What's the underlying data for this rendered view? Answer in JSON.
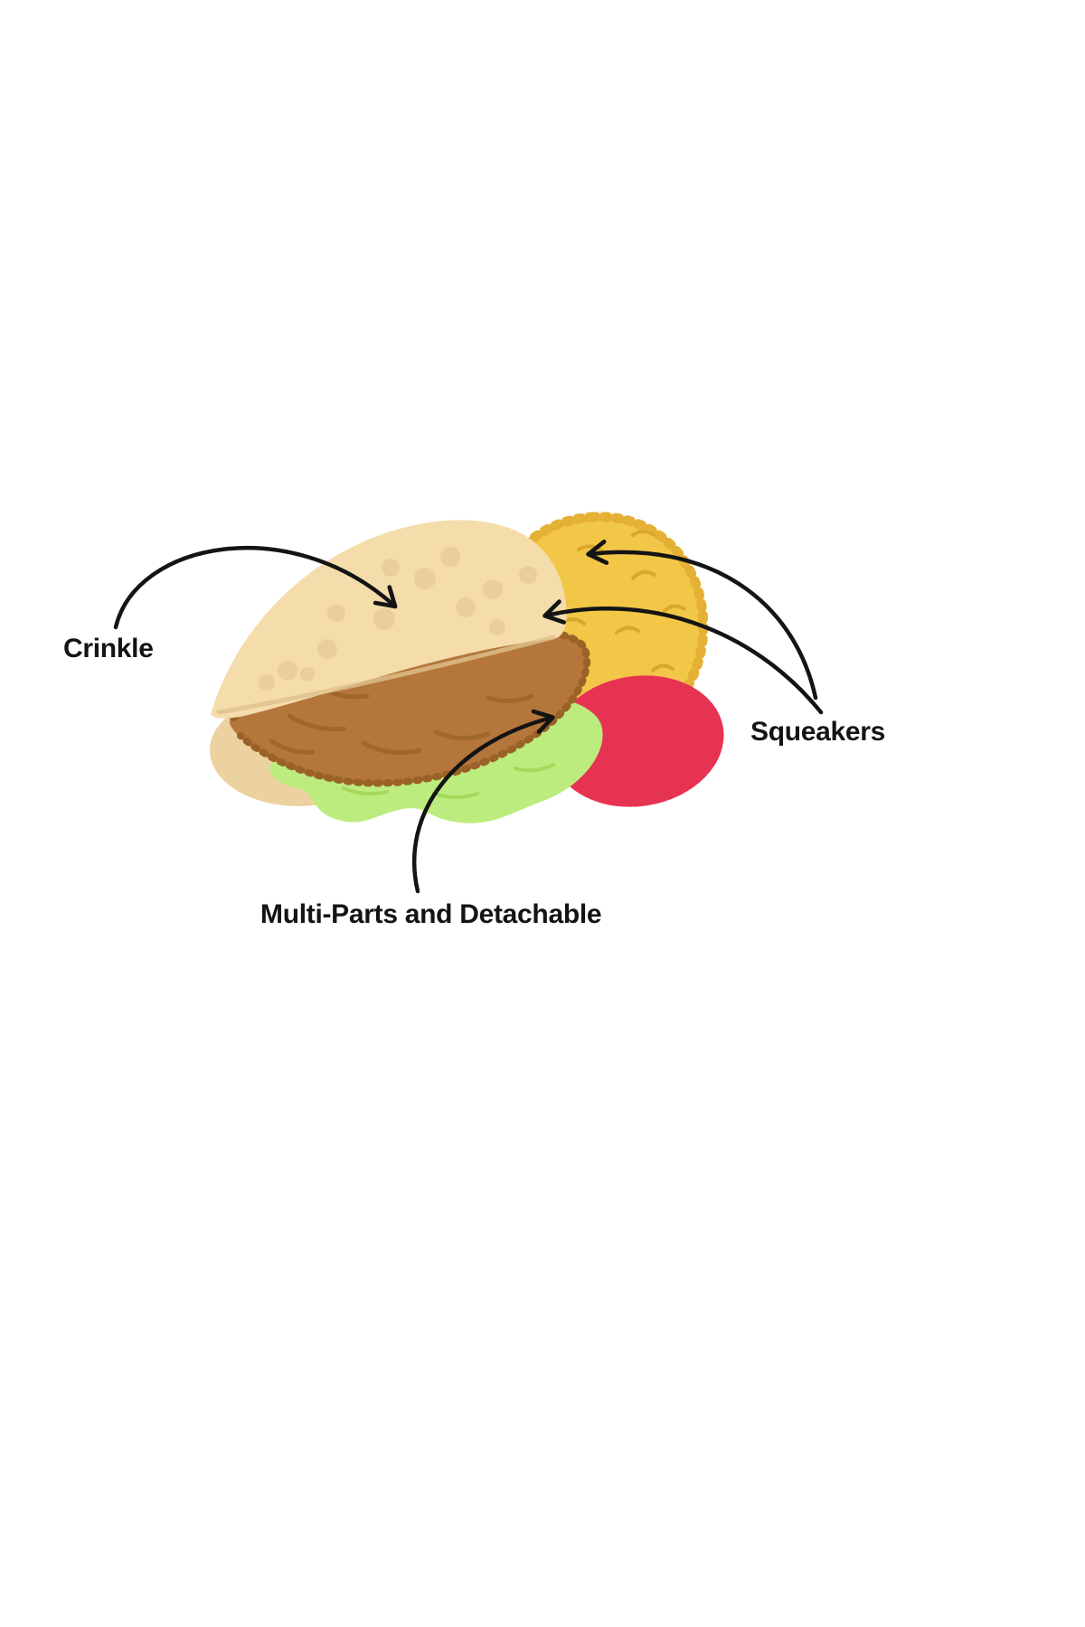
{
  "figure": {
    "illustration": "plush-taco-dog-toy",
    "background": "#ffffff",
    "labels": {
      "crinkle": "Crinkle",
      "squeakers": "Squeakers",
      "multiparts": "Multi-Parts and Detachable"
    },
    "colors": {
      "arrow": "#141414",
      "text": "#141414",
      "tortilla": "#f4dcab",
      "tortilla_dots": "#e4c68f",
      "tortilla_shadow": "#dfc28c",
      "shell_back": "#ecd2a1",
      "meat": "#b5763c",
      "meat_dark": "#9a6228",
      "lettuce": "#bcec7e",
      "lettuce_dark": "#a4d95c",
      "cheese": "#f2c646",
      "cheese_dark": "#d9a72b",
      "cheese_fringe": "#e5b135",
      "tomato": "#e73352"
    }
  }
}
